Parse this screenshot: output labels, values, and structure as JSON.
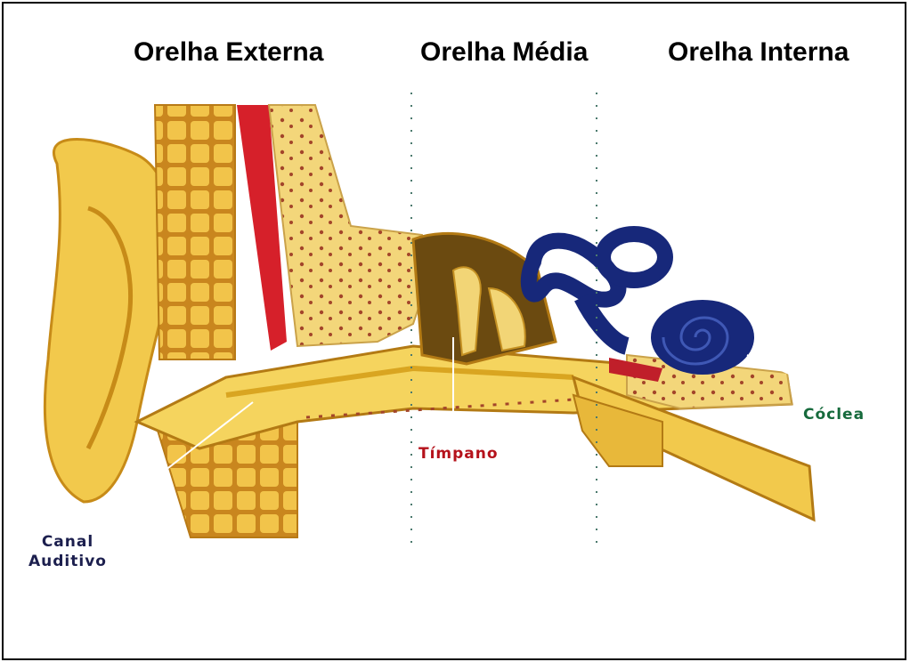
{
  "regions": {
    "external": "Orelha Externa",
    "middle": "Orelha Média",
    "internal": "Orelha Interna"
  },
  "labels": {
    "canal_line1": "Canal",
    "canal_line2": "Auditivo",
    "timpano": "Tímpano",
    "coclea": "Cóclea"
  },
  "colors": {
    "ear_flesh": "#f2c94c",
    "ear_shadow": "#d9a521",
    "bone": "#f0d36e",
    "blood_vessel": "#d6202a",
    "inner_ear": "#17287a",
    "label_canal": "#1c1f4e",
    "label_timpano": "#b5121b",
    "label_coclea": "#166a3c"
  }
}
